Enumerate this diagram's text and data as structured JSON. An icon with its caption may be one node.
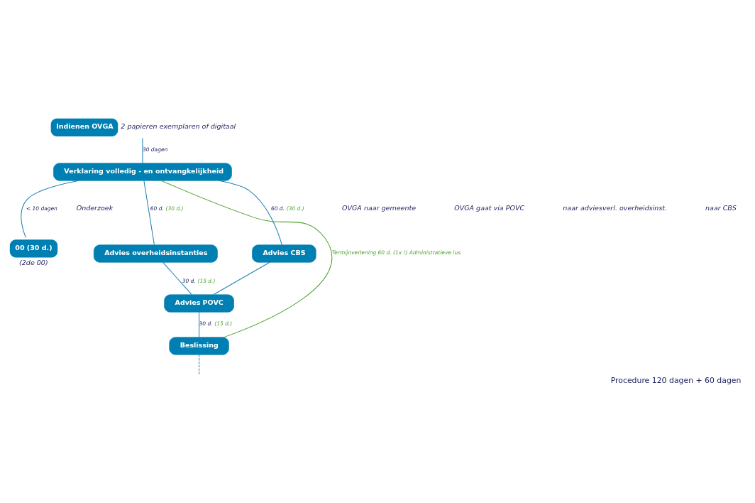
{
  "diagram": {
    "caption": "Procedure 120 dagen + 60 dagen",
    "nodes": [
      {
        "text": [
          "Indienen OVGA"
        ],
        "beside": [
          "2 papieren exemplaren of digitaal"
        ]
      },
      {
        "text": [
          "Verklaring volledig - en ontvangkelijkheid"
        ]
      },
      {
        "text": [
          "00 (30 d.)"
        ],
        "beside": [
          "(2de 00)"
        ]
      },
      {
        "text": [
          "Advies overheidsinstanties"
        ]
      },
      {
        "text": [
          "Advies CBS"
        ]
      },
      {
        "text": [
          "Advies POVC"
        ]
      },
      {
        "text": [
          "Beslissing"
        ]
      }
    ],
    "edges": [
      {
        "from": 0,
        "to": 1,
        "arrow": "none",
        "label": "30 dagen"
      },
      {
        "from": 1,
        "to": 2,
        "arrow": "none",
        "label": "< 10 dagen"
      },
      {
        "from": 1,
        "to": 3,
        "arrow": "none",
        "label": "60 d. (30 d.)"
      },
      {
        "from": 1,
        "to": 4,
        "arrow": "none",
        "label": "60 d. (30 d.)"
      },
      {
        "from": 3,
        "to": 5,
        "arrow": "none",
        "label": "30 d. (15 d.)"
      },
      {
        "from": 4,
        "to": 5,
        "arrow": "none"
      },
      {
        "from": 5,
        "to": 6,
        "arrow": "none",
        "label": "30 d. (15 d.)"
      },
      {
        "from": 1,
        "to": 6,
        "arrow": "none",
        "color": "#4ca22f",
        "label": "Termijnverlening 60 d. (1x !) Administratieve lus"
      },
      {
        "from": 6,
        "to": null,
        "arrow": "none",
        "style": "dashed"
      }
    ],
    "labels": [
      "Onderzoek",
      "OVGA naar gemeente",
      "OVGA gaat via POVC",
      "naar adviesverl. overheidsinst.",
      "naar CBS"
    ]
  }
}
